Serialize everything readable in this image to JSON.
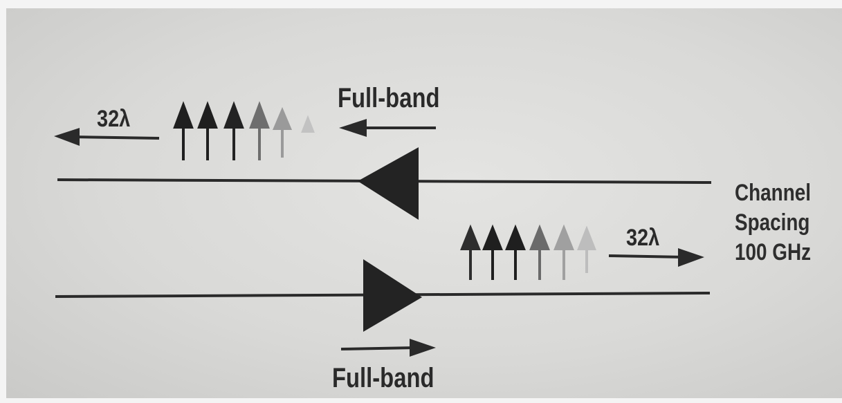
{
  "diagram": {
    "top_label": "Full-band",
    "bottom_label": "Full-band",
    "upper_wavelengths": "32λ",
    "lower_wavelengths": "32λ",
    "side_label": {
      "line1": "Channel",
      "line2": "Spacing",
      "line3": "100 GHz"
    }
  }
}
